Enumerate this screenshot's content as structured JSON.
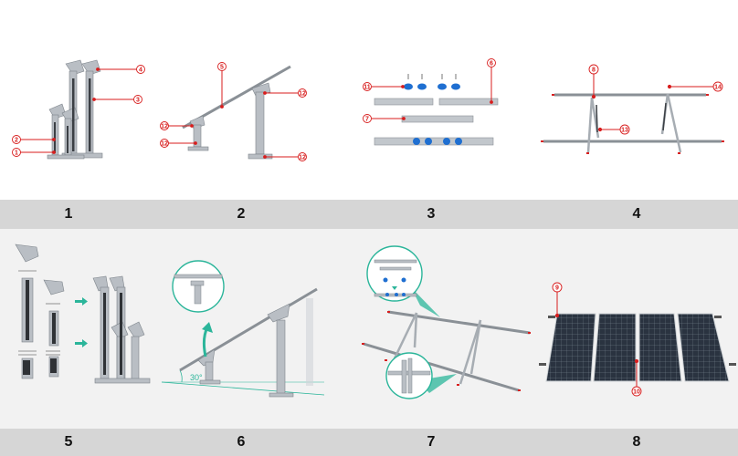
{
  "colors": {
    "callout": "#d81e1e",
    "accent_teal": "#2bb59a",
    "label_bar": "#d6d6d6",
    "bottom_bg": "#f2f2f2",
    "top_bg": "#ffffff",
    "fastener_blue": "#1f6fd1",
    "panel_dark": "#2a3340"
  },
  "top_row": {
    "steps": [
      {
        "number": "1",
        "callouts": [
          "4",
          "3",
          "2",
          "1"
        ]
      },
      {
        "number": "2",
        "callouts": [
          "5",
          "12",
          "12",
          "12",
          "12"
        ]
      },
      {
        "number": "3",
        "callouts": [
          "11",
          "6",
          "7"
        ]
      },
      {
        "number": "4",
        "callouts": [
          "8",
          "14",
          "13"
        ]
      }
    ]
  },
  "bottom_row": {
    "steps": [
      {
        "number": "5"
      },
      {
        "number": "6",
        "angle_label": "30°"
      },
      {
        "number": "7"
      },
      {
        "number": "8",
        "callouts": [
          "9",
          "10"
        ]
      }
    ]
  }
}
